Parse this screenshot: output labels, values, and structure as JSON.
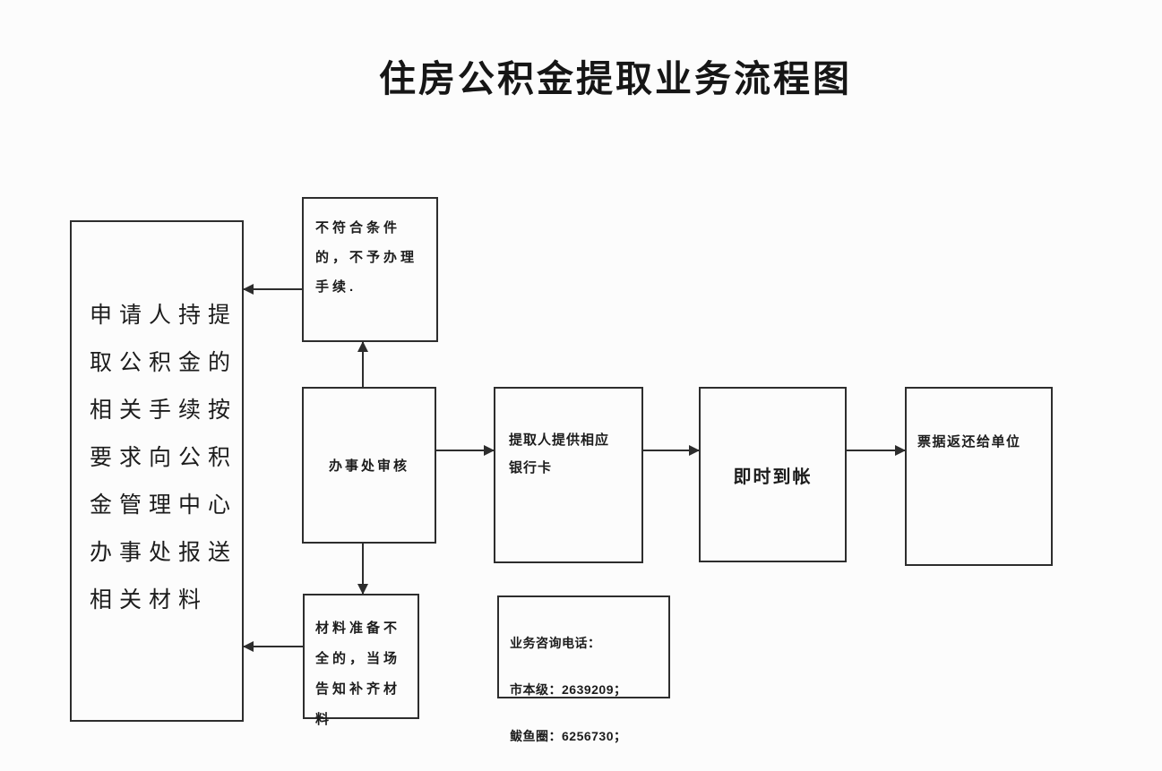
{
  "title": "住房公积金提取业务流程图",
  "colors": {
    "ink": "#1f1f1f",
    "line": "#2d2d2d",
    "paper": "#fcfcfc"
  },
  "flowchart": {
    "nodes": {
      "applicant": {
        "text": "申请人持提\n取公积金的\n相关手续按\n要求向公积\n金管理中心\n办事处报送\n相关材料"
      },
      "reject": {
        "text": "不符合条件\n的，不予办理\n手续."
      },
      "review": {
        "text": "办事处审核"
      },
      "bank_card": {
        "text": "提取人提供相应\n银行卡"
      },
      "instant_credit": {
        "text": "即时到帐"
      },
      "return_receipt": {
        "text": "票据返还给单位"
      },
      "incomplete": {
        "text": "材料准备不\n全的，当场\n告知补齐材\n料"
      },
      "hotline": {
        "title": "业务咨询电话：",
        "lines": [
          "市本级：2639209；",
          "鲅鱼圈：6256730；"
        ]
      }
    },
    "edges": [
      {
        "from": "applicant",
        "to": "review",
        "note": "implicit (submission)"
      },
      {
        "from": "review",
        "to": "reject",
        "direction": "up"
      },
      {
        "from": "reject",
        "to": "applicant",
        "direction": "left"
      },
      {
        "from": "review",
        "to": "incomplete",
        "direction": "down"
      },
      {
        "from": "incomplete",
        "to": "applicant",
        "direction": "left"
      },
      {
        "from": "review",
        "to": "bank_card",
        "direction": "right"
      },
      {
        "from": "bank_card",
        "to": "instant_credit",
        "direction": "right"
      },
      {
        "from": "instant_credit",
        "to": "return_receipt",
        "direction": "right"
      }
    ]
  }
}
